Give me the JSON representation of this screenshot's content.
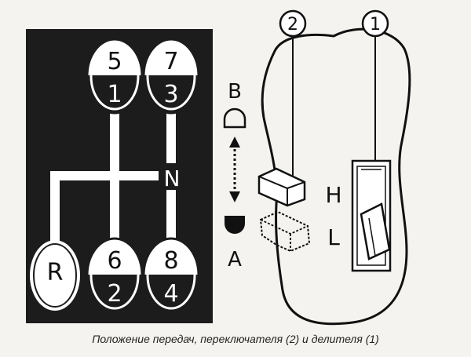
{
  "gear_pattern": {
    "positions": [
      {
        "top": "5",
        "bottom": "1"
      },
      {
        "top": "7",
        "bottom": "3"
      },
      {
        "top": "R",
        "bottom": ""
      },
      {
        "top": "6",
        "bottom": "2"
      },
      {
        "top": "8",
        "bottom": "4"
      }
    ],
    "neutral_label": "N"
  },
  "splitter": {
    "upper_label": "B",
    "lower_label": "A"
  },
  "lever": {
    "callout_2": "2",
    "callout_1": "1",
    "range_high_label": "H",
    "range_low_label": "L"
  },
  "caption": "Положение передач, переключателя (2) и делителя (1)",
  "colors": {
    "panel": "#1c1c1c",
    "line": "#ffffff",
    "ink": "#111111"
  }
}
